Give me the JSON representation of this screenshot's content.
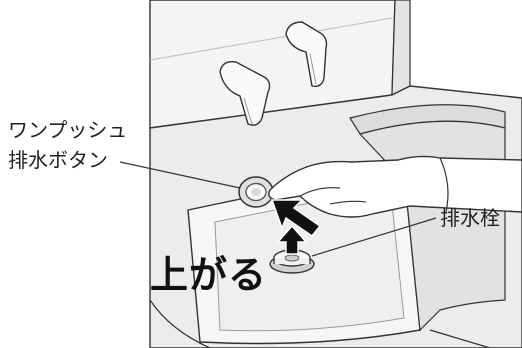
{
  "labels": {
    "one_push": "ワンプッシュ",
    "drain_button": "排水ボタン",
    "drain_stopper": "排水栓",
    "rises": "上がる"
  },
  "colors": {
    "line": "#333333",
    "surface_light": "#f4f4f4",
    "surface_mid": "#e6e6e6",
    "surface_shadow": "#cfcfcf",
    "arrow": "#111111"
  },
  "icons": [
    "lever-handle-icon",
    "push-button-icon",
    "hand-icon",
    "drain-stopper-icon",
    "press-arrow-icon",
    "up-arrow-icon"
  ]
}
